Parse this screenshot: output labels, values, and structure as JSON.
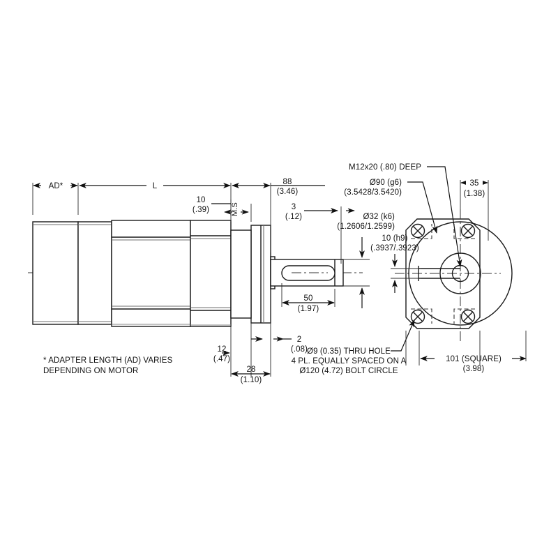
{
  "drawing": {
    "title": "Planetary Gearbox Dimensional Drawing",
    "colors": {
      "line": "#1a1a1a",
      "thin_line": "#6e6e6e",
      "dimension": "#111111",
      "background": "#ffffff"
    },
    "views": {
      "side": {
        "label": "side-elevation-view"
      },
      "front": {
        "label": "front-face-view"
      }
    },
    "dimensions": {
      "adapter_length": {
        "value": "AD*",
        "sub": ""
      },
      "overall_length": {
        "value": "L",
        "sub": ""
      },
      "output_len_mm": {
        "value": "88",
        "sub": "(3.46)"
      },
      "flange_thk_mm": {
        "value": "10",
        "sub": "(.39)"
      },
      "motor_shaft_label": {
        "value": "M.S",
        "sub": ""
      },
      "shoulder_mm": {
        "value": "3",
        "sub": "(.12)"
      },
      "shaft_flat_mm": {
        "value": "50",
        "sub": "(1.97)"
      },
      "pilot_step_mm": {
        "value": "12",
        "sub": "(.47)"
      },
      "pilot_total_mm": {
        "value": "28",
        "sub": "(1.10)"
      },
      "pilot_lip_mm": {
        "value": "2",
        "sub": "(.08)"
      },
      "bolt_depth_mm": {
        "value": "35",
        "sub": "(1.38)"
      },
      "square_mm": {
        "value": "101 (SQUARE)",
        "sub": "(3.98)"
      }
    },
    "callouts": {
      "thread": "M12x20 (.80) DEEP",
      "pilot_dia": {
        "line1": "Ø90 (g6)",
        "line2": "(3.5428/3.5420)"
      },
      "shaft_dia": {
        "line1": "Ø32 (k6)",
        "line2": "(1.2606/1.2599)"
      },
      "key_width": {
        "line1": "10 (h9)",
        "line2": "(.3937/.3923)"
      },
      "thru_hole": {
        "line1": "Ø9 (0.35) THRU HOLE",
        "line2": "4 PL. EQUALLY SPACED ON A",
        "line3": "Ø120 (4.72) BOLT CIRCLE"
      }
    },
    "notes": {
      "adapter_note_line1": "* ADAPTER LENGTH (AD) VARIES",
      "adapter_note_line2": "DEPENDING ON MOTOR"
    }
  }
}
